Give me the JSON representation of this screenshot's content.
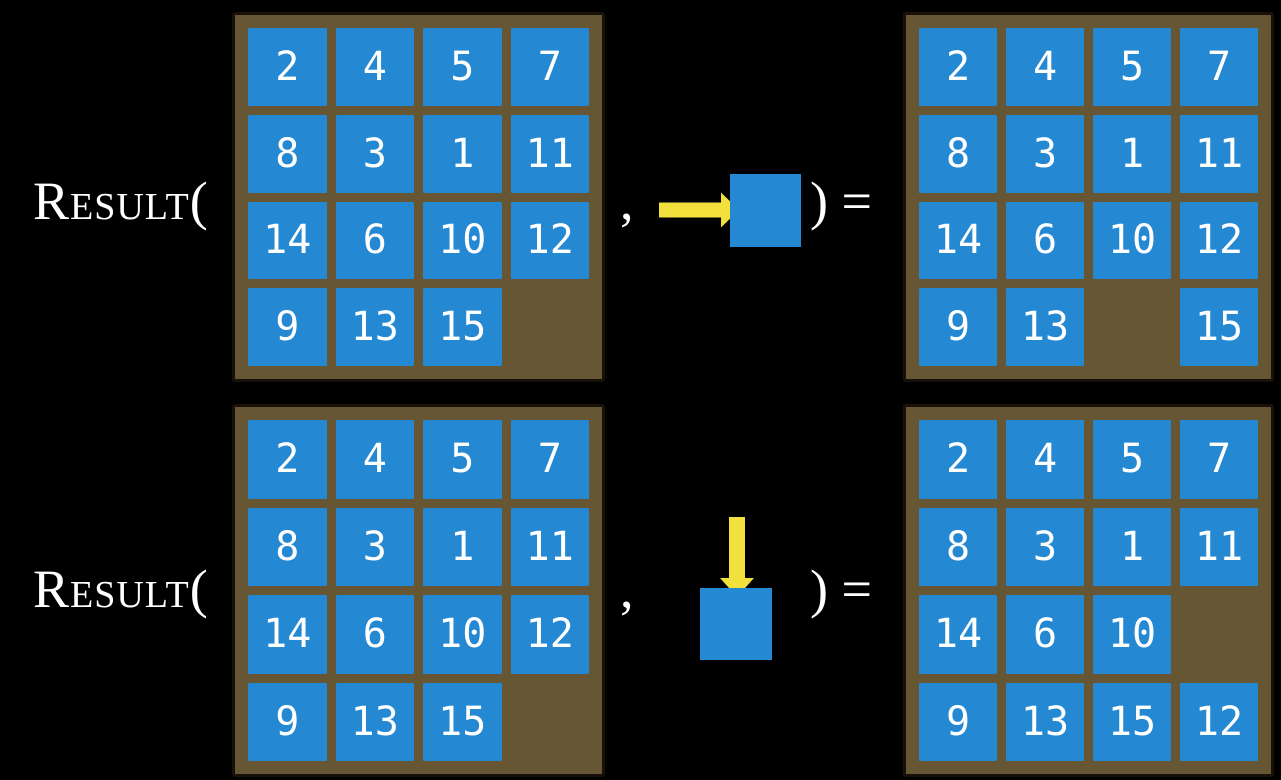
{
  "colors": {
    "background": "#000000",
    "tile": "#2588d2",
    "board": "#675633",
    "board_border": "#17110a",
    "arrow": "#f2e13d",
    "text": "#ffffff"
  },
  "rows": [
    {
      "function_label": "Result(",
      "comma": ",",
      "close_label": ") =",
      "action": {
        "name": "slide-right",
        "direction": "right"
      },
      "before_grid": [
        [
          "2",
          "4",
          "5",
          "7"
        ],
        [
          "8",
          "3",
          "1",
          "11"
        ],
        [
          "14",
          "6",
          "10",
          "12"
        ],
        [
          "9",
          "13",
          "15",
          null
        ]
      ],
      "after_grid": [
        [
          "2",
          "4",
          "5",
          "7"
        ],
        [
          "8",
          "3",
          "1",
          "11"
        ],
        [
          "14",
          "6",
          "10",
          "12"
        ],
        [
          "9",
          "13",
          null,
          "15"
        ]
      ]
    },
    {
      "function_label": "Result(",
      "comma": ",",
      "close_label": ") =",
      "action": {
        "name": "slide-down",
        "direction": "down"
      },
      "before_grid": [
        [
          "2",
          "4",
          "5",
          "7"
        ],
        [
          "8",
          "3",
          "1",
          "11"
        ],
        [
          "14",
          "6",
          "10",
          "12"
        ],
        [
          "9",
          "13",
          "15",
          null
        ]
      ],
      "after_grid": [
        [
          "2",
          "4",
          "5",
          "7"
        ],
        [
          "8",
          "3",
          "1",
          "11"
        ],
        [
          "14",
          "6",
          "10",
          null
        ],
        [
          "9",
          "13",
          "15",
          "12"
        ]
      ]
    }
  ]
}
